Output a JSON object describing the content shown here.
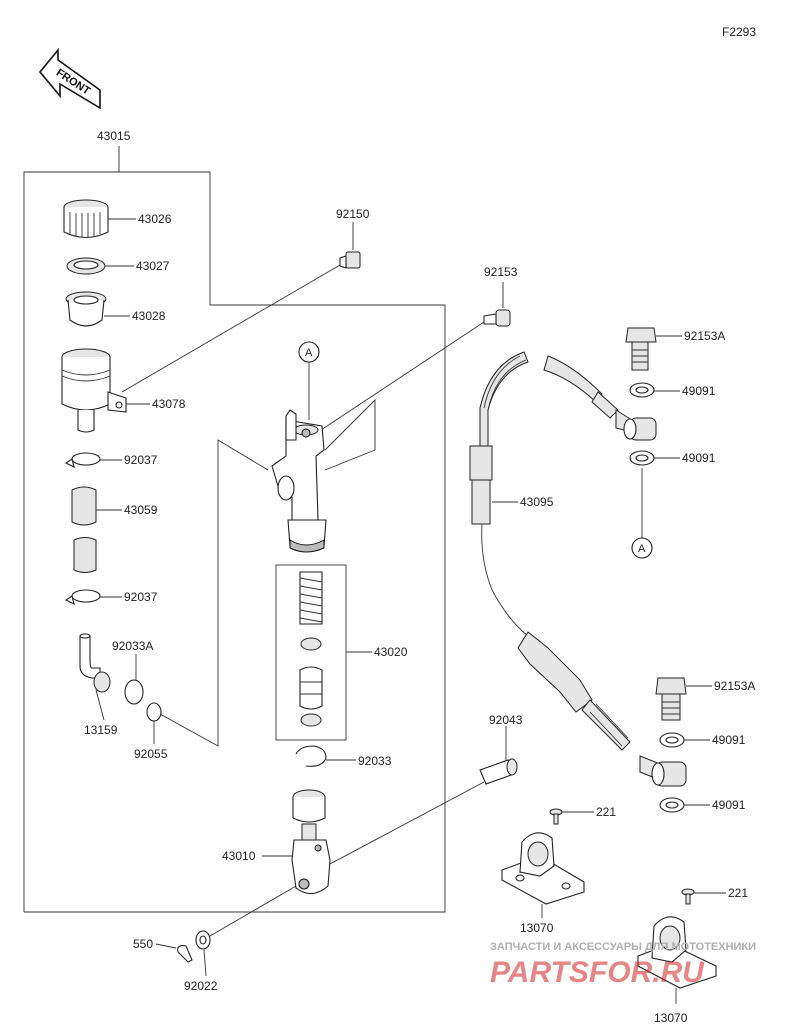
{
  "figure_code": "F2293",
  "front_label": "FRONT",
  "callout_a": "A",
  "labels": {
    "p43015": "43015",
    "p43026": "43026",
    "p43027": "43027",
    "p43028": "43028",
    "p43078": "43078",
    "p92037a": "92037",
    "p43059": "43059",
    "p92037b": "92037",
    "p92033A": "92033A",
    "p13159": "13159",
    "p92055": "92055",
    "p92150": "92150",
    "p92153": "92153",
    "p43020": "43020",
    "p92033": "92033",
    "p43010": "43010",
    "p550": "550",
    "p92022": "92022",
    "p92043": "92043",
    "p43095": "43095",
    "p92153A_top": "92153A",
    "p49091_a": "49091",
    "p49091_b": "49091",
    "p92153A_bot": "92153A",
    "p49091_c": "49091",
    "p49091_d": "49091",
    "p221_a": "221",
    "p13070_a": "13070",
    "p221_b": "221",
    "p13070_b": "13070"
  },
  "watermark": {
    "line1": "ЗАПЧАСТИ И АКСЕССУАРЫ ДЛЯ МОТОТЕХНИКИ",
    "line2": "PARTSFOR.RU",
    "color": "#d42020"
  }
}
